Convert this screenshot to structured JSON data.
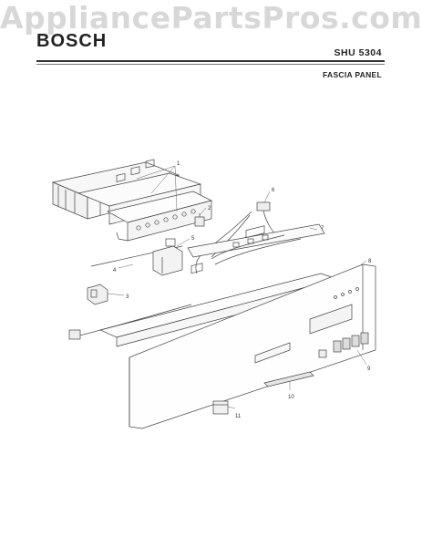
{
  "watermark": "AppliancePartsPros.com",
  "header": {
    "brand": "BOSCH",
    "model": "SHU 5304",
    "section": "FASCIA PANEL"
  },
  "callouts": {
    "c1": "1",
    "c2": "2",
    "c3": "3",
    "c4": "4",
    "c5": "5",
    "c6": "6",
    "c7": "7",
    "c8": "8",
    "c9": "9",
    "c10": "10",
    "c11": "11"
  }
}
